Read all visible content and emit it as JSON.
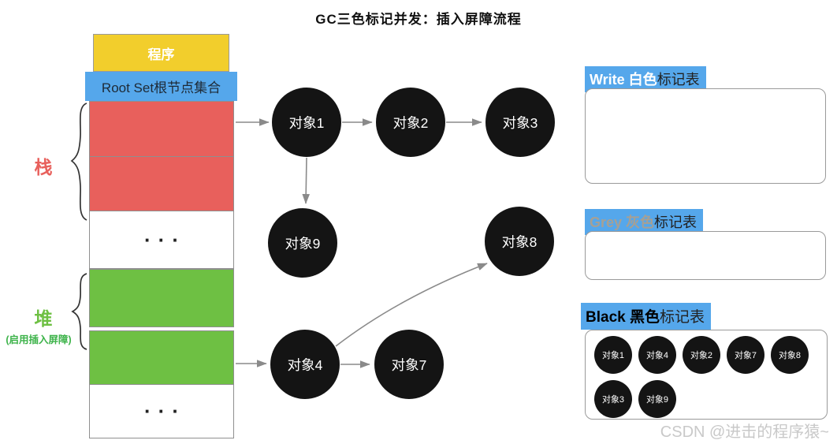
{
  "title": "GC三色标记并发：插入屏障流程",
  "memory": {
    "program_label": "程序",
    "root_set_label": "Root Set根节点集合",
    "stack_label": "栈",
    "heap_label": "堆",
    "heap_sublabel": "(启用插入屏障)",
    "ellipsis_stack": "···",
    "ellipsis_heap": "···"
  },
  "graph": {
    "nodes": [
      {
        "label": "对象1"
      },
      {
        "label": "对象2"
      },
      {
        "label": "对象3"
      },
      {
        "label": "对象9"
      },
      {
        "label": "对象8"
      },
      {
        "label": "对象4"
      },
      {
        "label": "对象7"
      }
    ]
  },
  "panels": {
    "white": {
      "label_en": "Write 白色",
      "label_suffix": "标记表"
    },
    "grey": {
      "label_en": "Grey 灰色",
      "label_suffix": "标记表"
    },
    "black": {
      "label_en": "Black 黑色",
      "label_suffix": "标记表",
      "items": [
        "对象1",
        "对象4",
        "对象2",
        "对象7",
        "对象8",
        "对象3",
        "对象9"
      ]
    }
  },
  "watermark": "CSDN @进击的程序猿~",
  "colors": {
    "highlight_blue": "#55A7EB",
    "program_yellow": "#F2CE2C",
    "stack_red": "#E8605C",
    "heap_green": "#6EC043",
    "node_black": "#141414",
    "grey_label": "#A6A094"
  }
}
